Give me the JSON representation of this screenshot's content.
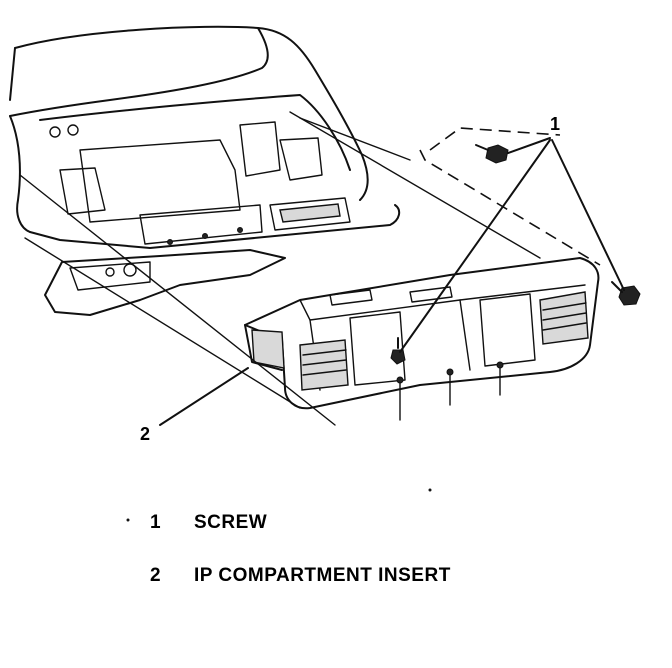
{
  "callouts": {
    "screw": "1",
    "insert": "2"
  },
  "legend": [
    {
      "number": "1",
      "label": "SCREW"
    },
    {
      "number": "2",
      "label": "IP COMPARTMENT INSERT"
    }
  ]
}
